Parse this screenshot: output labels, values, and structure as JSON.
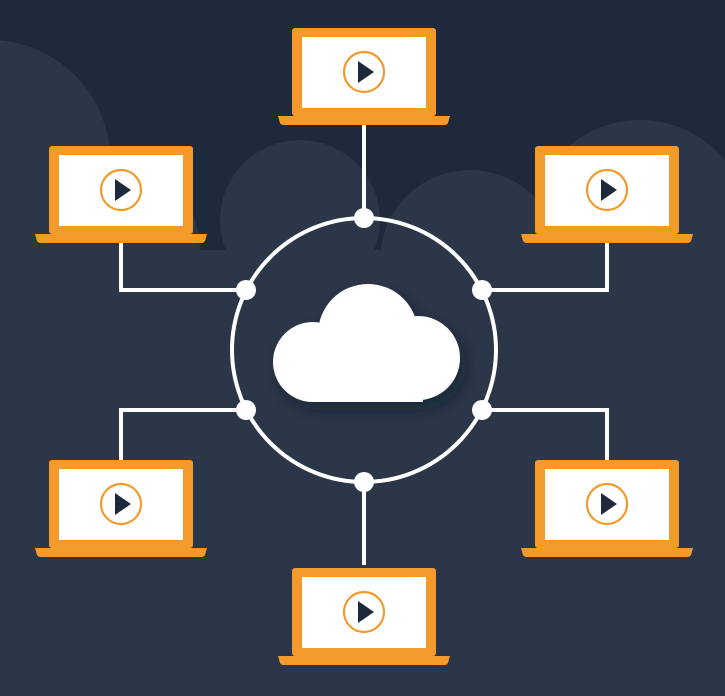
{
  "diagram": {
    "hub": {
      "icon": "cloud-icon"
    },
    "clients": [
      {
        "id": "top",
        "icon": "play-icon"
      },
      {
        "id": "upper-left",
        "icon": "play-icon"
      },
      {
        "id": "upper-right",
        "icon": "play-icon"
      },
      {
        "id": "lower-left",
        "icon": "play-icon"
      },
      {
        "id": "lower-right",
        "icon": "play-icon"
      },
      {
        "id": "bottom",
        "icon": "play-icon"
      }
    ]
  },
  "colors": {
    "background": "#1e2a3b",
    "background_shape": "#2b3748",
    "laptop_orange": "#f39a2b",
    "laptop_screen": "#ffffff",
    "play_ring": "#f39a2b",
    "play_triangle": "#1e2a3b",
    "connector": "#ffffff"
  }
}
